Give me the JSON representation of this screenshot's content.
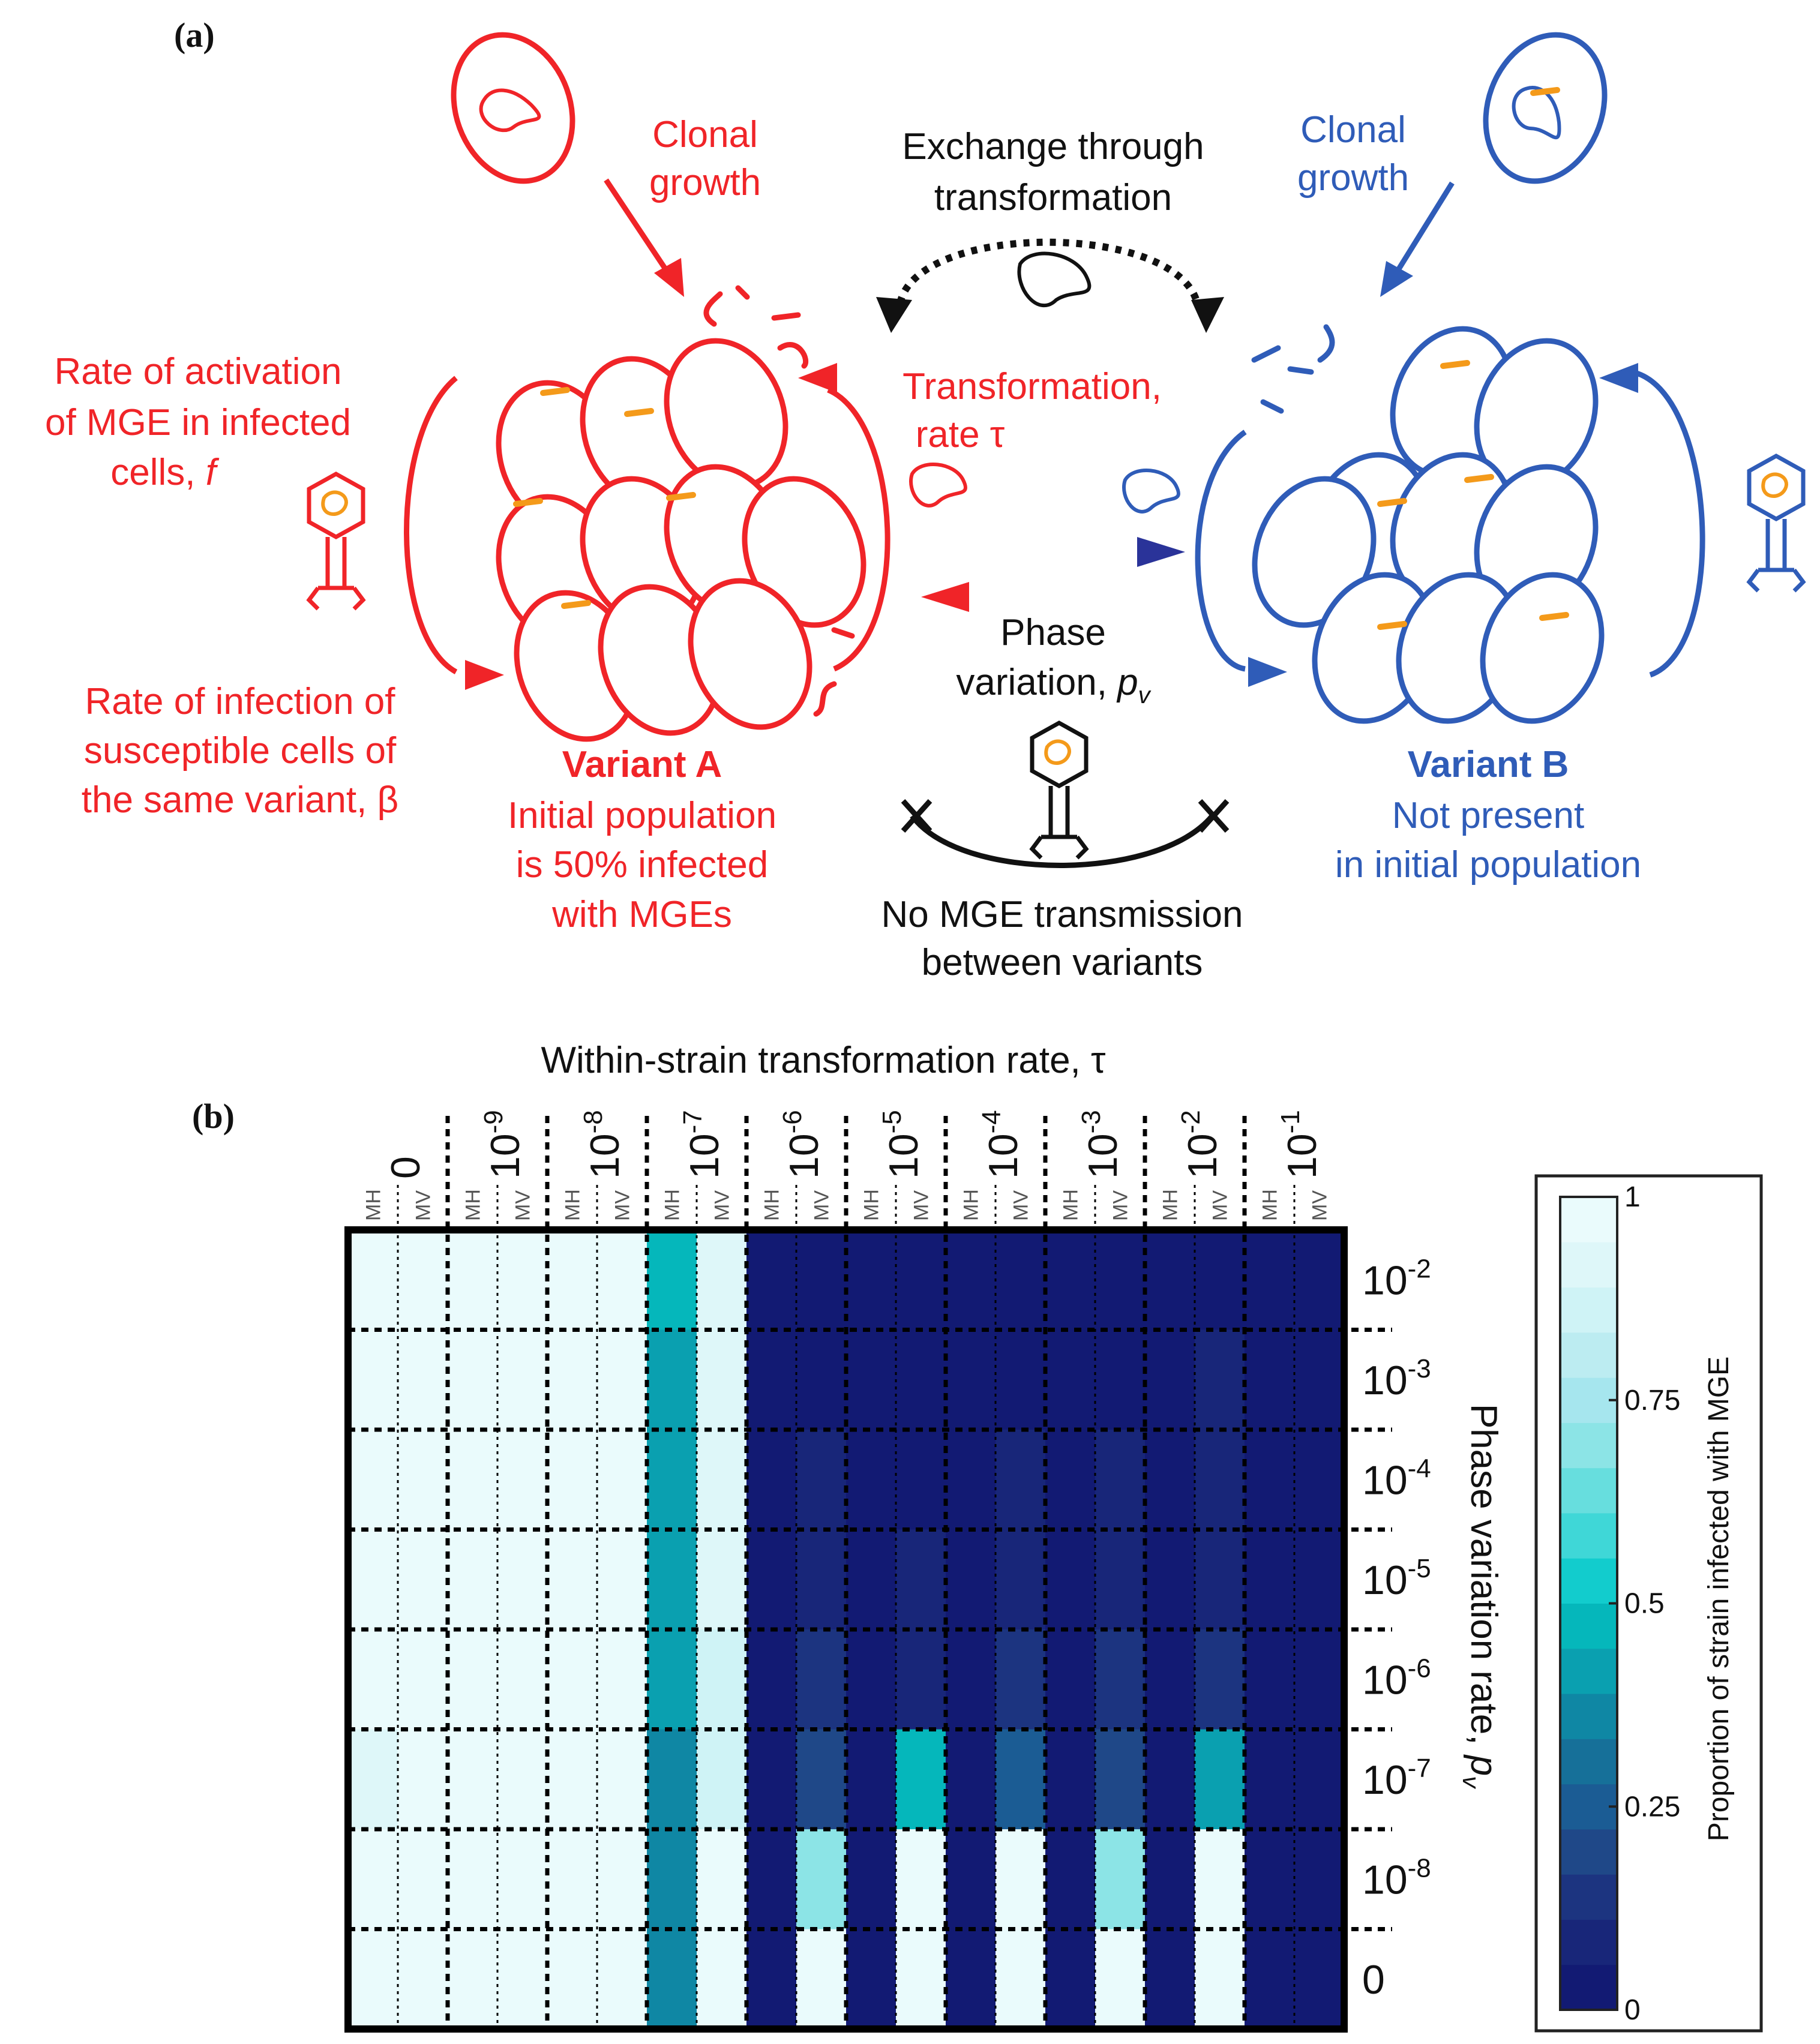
{
  "panel_a": {
    "label": "(a)",
    "variant_a": {
      "clonal_growth": [
        "Clonal",
        "growth"
      ],
      "activation": [
        "Rate of activation",
        "of MGE in infected",
        "cells, "
      ],
      "activation_symbol": "f",
      "infection": [
        "Rate of infection of",
        "susceptible cells of",
        "the same variant, β"
      ],
      "name": "Variant A",
      "desc": [
        "Initial population",
        "is 50% infected",
        "with MGEs"
      ],
      "color": "#f02428"
    },
    "variant_b": {
      "clonal_growth": [
        "Clonal",
        "growth"
      ],
      "name": "Variant B",
      "desc": [
        "Not present",
        "in initial population"
      ],
      "color": "#2f5cb8"
    },
    "exchange": [
      "Exchange through",
      "transformation"
    ],
    "transformation": [
      "Transformation,",
      "rate τ"
    ],
    "phase_variation": [
      "Phase",
      "variation, "
    ],
    "phase_symbol": "p",
    "phase_subscript": "v",
    "no_transmission": [
      "No MGE transmission",
      "between variants"
    ]
  },
  "panel_b": {
    "label": "(b)",
    "x_title": "Within-strain transformation rate, τ",
    "y_title": "Phase variation rate, ",
    "y_title_symbol": "p",
    "y_title_subscript": "v",
    "colorbar_label": "Proportion of strain infected with MGE",
    "colorbar_ticks": [
      "1",
      "0.75",
      "0.5",
      "0.25",
      "0"
    ],
    "sub_columns": [
      "MH",
      "MV"
    ]
  },
  "chart_data": {
    "type": "heatmap",
    "x_groups": [
      {
        "base": "0",
        "exp": ""
      },
      {
        "base": "10",
        "exp": "-9"
      },
      {
        "base": "10",
        "exp": "-8"
      },
      {
        "base": "10",
        "exp": "-7"
      },
      {
        "base": "10",
        "exp": "-6"
      },
      {
        "base": "10",
        "exp": "-5"
      },
      {
        "base": "10",
        "exp": "-4"
      },
      {
        "base": "10",
        "exp": "-3"
      },
      {
        "base": "10",
        "exp": "-2"
      },
      {
        "base": "10",
        "exp": "-1"
      }
    ],
    "y_rows": [
      {
        "base": "10",
        "exp": "-2"
      },
      {
        "base": "10",
        "exp": "-3"
      },
      {
        "base": "10",
        "exp": "-4"
      },
      {
        "base": "10",
        "exp": "-5"
      },
      {
        "base": "10",
        "exp": "-6"
      },
      {
        "base": "10",
        "exp": "-7"
      },
      {
        "base": "10",
        "exp": "-8"
      },
      {
        "base": "0",
        "exp": ""
      }
    ],
    "color_range": [
      0,
      1
    ],
    "values": [
      [
        0.97,
        0.97,
        0.97,
        0.97,
        0.97,
        0.97,
        0.45,
        0.92,
        0.02,
        0.02,
        0.02,
        0.02,
        0.02,
        0.02,
        0.02,
        0.02,
        0.02,
        0.02,
        0.02,
        0.02
      ],
      [
        0.97,
        0.97,
        0.97,
        0.97,
        0.97,
        0.97,
        0.42,
        0.92,
        0.02,
        0.04,
        0.02,
        0.04,
        0.02,
        0.04,
        0.02,
        0.05,
        0.02,
        0.06,
        0.02,
        0.02
      ],
      [
        0.97,
        0.97,
        0.97,
        0.97,
        0.97,
        0.97,
        0.42,
        0.9,
        0.02,
        0.07,
        0.02,
        0.05,
        0.02,
        0.07,
        0.02,
        0.08,
        0.02,
        0.08,
        0.02,
        0.02
      ],
      [
        0.97,
        0.97,
        0.97,
        0.97,
        0.97,
        0.97,
        0.42,
        0.9,
        0.02,
        0.09,
        0.02,
        0.06,
        0.02,
        0.08,
        0.02,
        0.09,
        0.02,
        0.1,
        0.02,
        0.02
      ],
      [
        0.95,
        0.95,
        0.95,
        0.95,
        0.95,
        0.95,
        0.4,
        0.85,
        0.02,
        0.13,
        0.02,
        0.1,
        0.02,
        0.12,
        0.02,
        0.12,
        0.02,
        0.14,
        0.02,
        0.02
      ],
      [
        0.92,
        0.95,
        0.95,
        0.95,
        0.95,
        0.95,
        0.38,
        0.85,
        0.02,
        0.2,
        0.02,
        0.45,
        0.02,
        0.24,
        0.02,
        0.22,
        0.02,
        0.44,
        0.02,
        0.02
      ],
      [
        0.95,
        0.95,
        0.95,
        0.95,
        0.95,
        0.95,
        0.38,
        0.95,
        0.02,
        0.72,
        0.02,
        0.95,
        0.02,
        0.95,
        0.02,
        0.72,
        0.02,
        0.95,
        0.02,
        0.02
      ],
      [
        0.97,
        0.97,
        0.97,
        0.97,
        0.97,
        0.97,
        0.38,
        0.97,
        0.02,
        0.95,
        0.02,
        0.95,
        0.02,
        0.95,
        0.02,
        0.95,
        0.02,
        0.95,
        0.02,
        0.02
      ]
    ],
    "palette": [
      "#121a73",
      "#182679",
      "#1c3480",
      "#1f4888",
      "#1b5c94",
      "#167099",
      "#0f87a4",
      "#0aa0b0",
      "#05b7bb",
      "#12cccd",
      "#3fd7d7",
      "#67dede",
      "#8ce4e6",
      "#a6e6ee",
      "#bcecf1",
      "#cff3f6",
      "#def7f9",
      "#eafbfc"
    ]
  }
}
